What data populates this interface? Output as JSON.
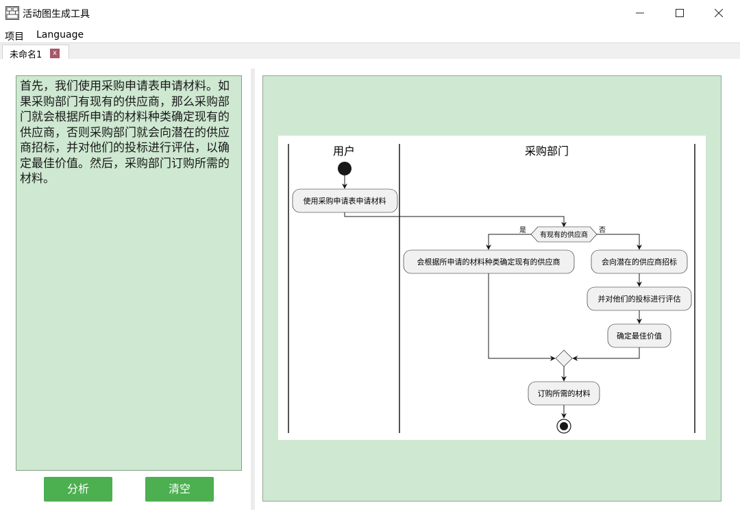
{
  "window": {
    "title": "活动图生成工具",
    "controls": [
      "minimize",
      "maximize",
      "close"
    ]
  },
  "menu": {
    "items": [
      "项目",
      "Language"
    ]
  },
  "tabs": [
    {
      "label": "未命名1",
      "close": "x"
    }
  ],
  "editor": {
    "text": "首先，我们使用采购申请表申请材料。如果采购部门有现有的供应商，那么采购部门就会根据所申请的材料种类确定现有的供应商，否则采购部门就会向潜在的供应商招标，并对他们的投标进行评估，以确定最佳价值。然后，采购部门订购所需的材料。"
  },
  "buttons": {
    "analyze": "分析",
    "clear": "清空"
  },
  "diagram": {
    "lanes": [
      "用户",
      "采购部门"
    ],
    "nodes": {
      "apply": "使用采购申请表申请材料",
      "decision": "有现有的供应商",
      "yes": "是",
      "no": "否",
      "determine": "会根据所申请的材料种类确定现有的供应商",
      "tender": "会向潜在的供应商招标",
      "evaluate": "并对他们的投标进行评估",
      "best": "确定最佳价值",
      "order": "订购所需的材料"
    }
  }
}
